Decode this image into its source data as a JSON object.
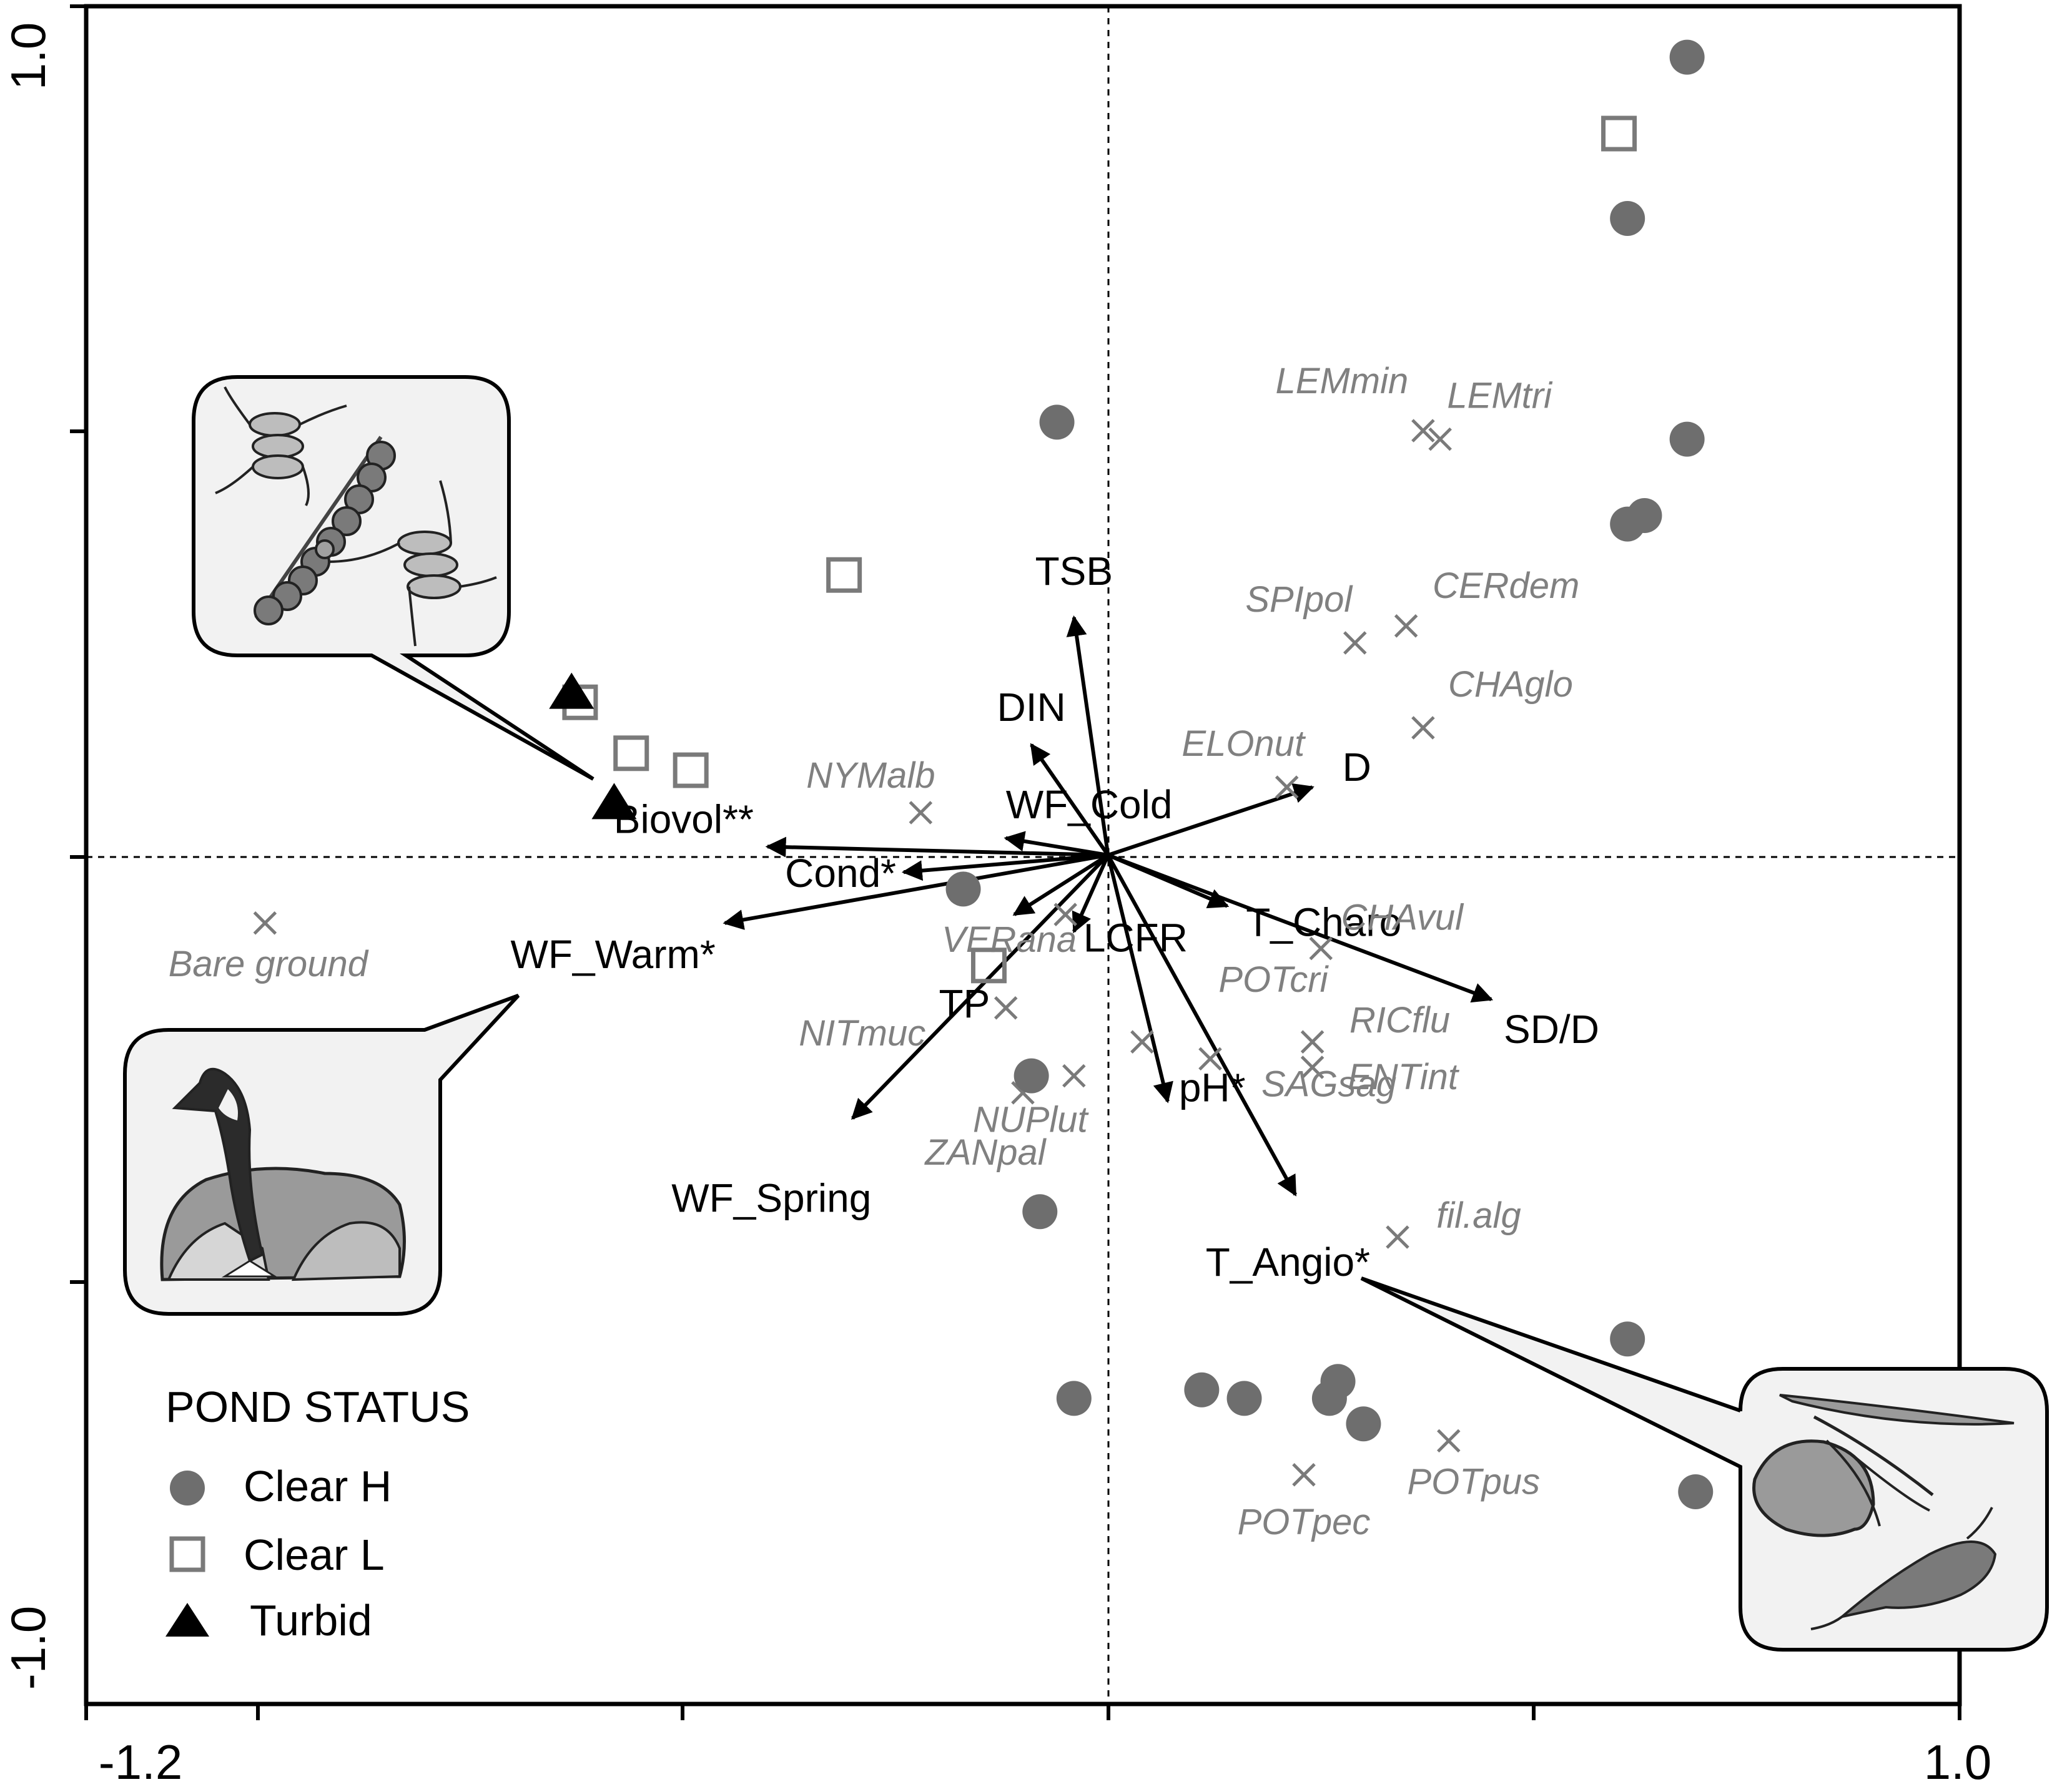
{
  "chart_data": {
    "type": "scatter",
    "title": "",
    "xlabel": "",
    "ylabel": "",
    "xlim": [
      -1.2,
      1.0
    ],
    "ylim": [
      -1.0,
      1.0
    ],
    "x_tick_labels": [
      "-1.2",
      "1.0"
    ],
    "y_tick_labels": [
      "1.0",
      "-1.0"
    ],
    "zero_lines": "dashed",
    "colors": {
      "clear_h": "#6e6e6e",
      "clear_l": "#7a7a7a",
      "turbid": "#000000",
      "vector": "#000000",
      "species_marker": "#7a7a7a",
      "species_label": "#808080",
      "bubble_fill": "#f2f2f2"
    },
    "legend": {
      "title": "POND STATUS",
      "placement": "bottom-left",
      "entries": [
        {
          "key": "clear_h",
          "label": "Clear H",
          "marker": "circle"
        },
        {
          "key": "clear_l",
          "label": "Clear L",
          "marker": "open-square"
        },
        {
          "key": "turbid",
          "label": "Turbid",
          "marker": "triangle"
        }
      ]
    },
    "samples": {
      "clear_h": [
        {
          "x": 0.68,
          "y": 0.94
        },
        {
          "x": 0.61,
          "y": 0.75
        },
        {
          "x": 0.68,
          "y": 0.49
        },
        {
          "x": 0.63,
          "y": 0.4
        },
        {
          "x": 0.61,
          "y": 0.39
        },
        {
          "x": -0.06,
          "y": 0.51
        },
        {
          "x": -0.17,
          "y": -0.04
        },
        {
          "x": -0.09,
          "y": -0.26
        },
        {
          "x": -0.08,
          "y": -0.42
        },
        {
          "x": -0.04,
          "y": -0.64
        },
        {
          "x": 0.11,
          "y": -0.63
        },
        {
          "x": 0.16,
          "y": -0.64
        },
        {
          "x": 0.27,
          "y": -0.62
        },
        {
          "x": 0.26,
          "y": -0.64
        },
        {
          "x": 0.3,
          "y": -0.67
        },
        {
          "x": 0.61,
          "y": -0.57
        },
        {
          "x": 0.69,
          "y": -0.75
        }
      ],
      "clear_l": [
        {
          "x": 0.6,
          "y": 0.85
        },
        {
          "x": -0.31,
          "y": 0.33
        },
        {
          "x": -0.56,
          "y": 0.12
        },
        {
          "x": -0.49,
          "y": 0.1
        },
        {
          "x": -0.62,
          "y": 0.18
        },
        {
          "x": -0.14,
          "y": -0.13
        }
      ],
      "turbid": [
        {
          "x": -0.63,
          "y": 0.19
        },
        {
          "x": -0.58,
          "y": 0.06
        }
      ]
    },
    "vectors": [
      {
        "label": "TSB",
        "x": -0.04,
        "y": 0.28
      },
      {
        "label": "DIN",
        "x": -0.09,
        "y": 0.13
      },
      {
        "label": "WF_Cold",
        "x": -0.12,
        "y": 0.02
      },
      {
        "label": "D",
        "x": 0.24,
        "y": 0.08
      },
      {
        "label": "Biovol**",
        "x": -0.4,
        "y": 0.01
      },
      {
        "label": "Cond*",
        "x": -0.24,
        "y": -0.02
      },
      {
        "label": "WF_Warm*",
        "x": -0.45,
        "y": -0.08
      },
      {
        "label": "T_Charo",
        "x": 0.14,
        "y": -0.06
      },
      {
        "label": "LCFR",
        "x": -0.04,
        "y": -0.09
      },
      {
        "label": "TP",
        "x": -0.11,
        "y": -0.07
      },
      {
        "label": "SD/D",
        "x": 0.45,
        "y": -0.17
      },
      {
        "label": "WF_Spring",
        "x": -0.3,
        "y": -0.31
      },
      {
        "label": "pH*",
        "x": 0.07,
        "y": -0.29
      },
      {
        "label": "T_Angio*",
        "x": 0.22,
        "y": -0.4
      }
    ],
    "species": [
      {
        "label": "LEMmin",
        "x": 0.37,
        "y": 0.5
      },
      {
        "label": "LEMtri",
        "x": 0.39,
        "y": 0.49
      },
      {
        "label": "SPIpol",
        "x": 0.29,
        "y": 0.25
      },
      {
        "label": "CERdem",
        "x": 0.35,
        "y": 0.27
      },
      {
        "label": "CHAglo",
        "x": 0.37,
        "y": 0.15
      },
      {
        "label": "NYMalb",
        "x": -0.22,
        "y": 0.05
      },
      {
        "label": "ELOnut",
        "x": 0.21,
        "y": 0.08
      },
      {
        "label": "Bare ground",
        "x": -0.99,
        "y": -0.08
      },
      {
        "label": "VERana",
        "x": -0.05,
        "y": -0.07
      },
      {
        "label": "CHAvul",
        "x": 0.25,
        "y": -0.11
      },
      {
        "label": "NITmuc",
        "x": -0.12,
        "y": -0.18
      },
      {
        "label": "ZANpal",
        "x": -0.1,
        "y": -0.28
      },
      {
        "label": "POTcri",
        "x": 0.04,
        "y": -0.22
      },
      {
        "label": "RICflu",
        "x": 0.24,
        "y": -0.22
      },
      {
        "label": "ENTint",
        "x": 0.24,
        "y": -0.25
      },
      {
        "label": "SAGsag",
        "x": 0.12,
        "y": -0.24
      },
      {
        "label": "NUPlut",
        "x": -0.04,
        "y": -0.26
      },
      {
        "label": "fil.alg",
        "x": 0.34,
        "y": -0.45
      },
      {
        "label": "POTpus",
        "x": 0.4,
        "y": -0.69
      },
      {
        "label": "POTpec",
        "x": 0.23,
        "y": -0.73
      }
    ]
  },
  "illustrations": [
    {
      "name": "phytoplankton-illustration",
      "depicts": "algae"
    },
    {
      "name": "goose-illustration",
      "depicts": "goose"
    },
    {
      "name": "macrophyte-illustration",
      "depicts": "aquatic plants and invertebrate"
    }
  ]
}
